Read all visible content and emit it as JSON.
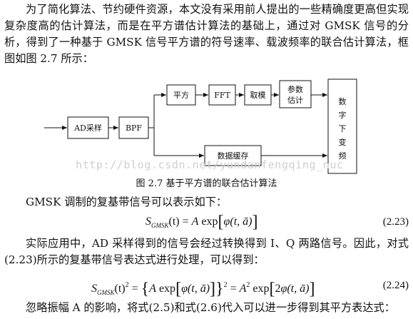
{
  "paragraphs": {
    "p1": "为了简化算法、节约硬件资源，本文没有采用前人提出的一些精确度更高但实现复杂度高的估计算法，而是在平方谱估计算法的基础上，通过对 GMSK 信号的分析，得到了一种基于 GMSK 信号平方谱的符号速率、载波频率的联合估计算法，框图如图 2.7 所示：",
    "p2": "GMSK 调制的复基带信号可以表示如下：",
    "p3": "实际应用中，AD 采样得到的信号会经过转换得到 I、Q 两路信号。因此，对式(2.23)所示的复基带信号表达式进行处理，可以得到：",
    "p4": "忽略振幅 A 的影响，将式(2.5)和式(2.6)代入可以进一步得到其平方表达式："
  },
  "diagram": {
    "blocks": {
      "ad": "AD采样",
      "bpf": "BPF",
      "square": "平方",
      "fft": "FFT",
      "modulus": "取模",
      "param_line1": "参数",
      "param_line2": "估计",
      "buffer": "数据缓存",
      "ddc": [
        "数",
        "字",
        "下",
        "变",
        "频"
      ]
    }
  },
  "watermark": "http://blog.csdn.net/yundanfengqing_nuc",
  "caption": "图 2.7  基于平方谱的联合估计算法",
  "equations": {
    "eq1": {
      "S": "S",
      "sub": "GMSK",
      "lhs_rest": "(t) = ",
      "A": "A",
      "exp": " exp",
      "phi": "φ",
      "args": "(t, ā)",
      "number": "(2.23)"
    },
    "eq2": {
      "S": "S",
      "sub": "GMSK",
      "lhs_rest": "(t)",
      "sq": "2",
      "eq": " = ",
      "A": "A",
      "exp": " exp",
      "phi": "φ",
      "args": "(t, ā)",
      "rhs_A": "A",
      "rhs_sq": "2",
      "rhs_exp": " exp",
      "rhs_two": "2",
      "rhs_phi": "φ",
      "rhs_args": "(t, ā)",
      "number": "(2.24)"
    }
  }
}
